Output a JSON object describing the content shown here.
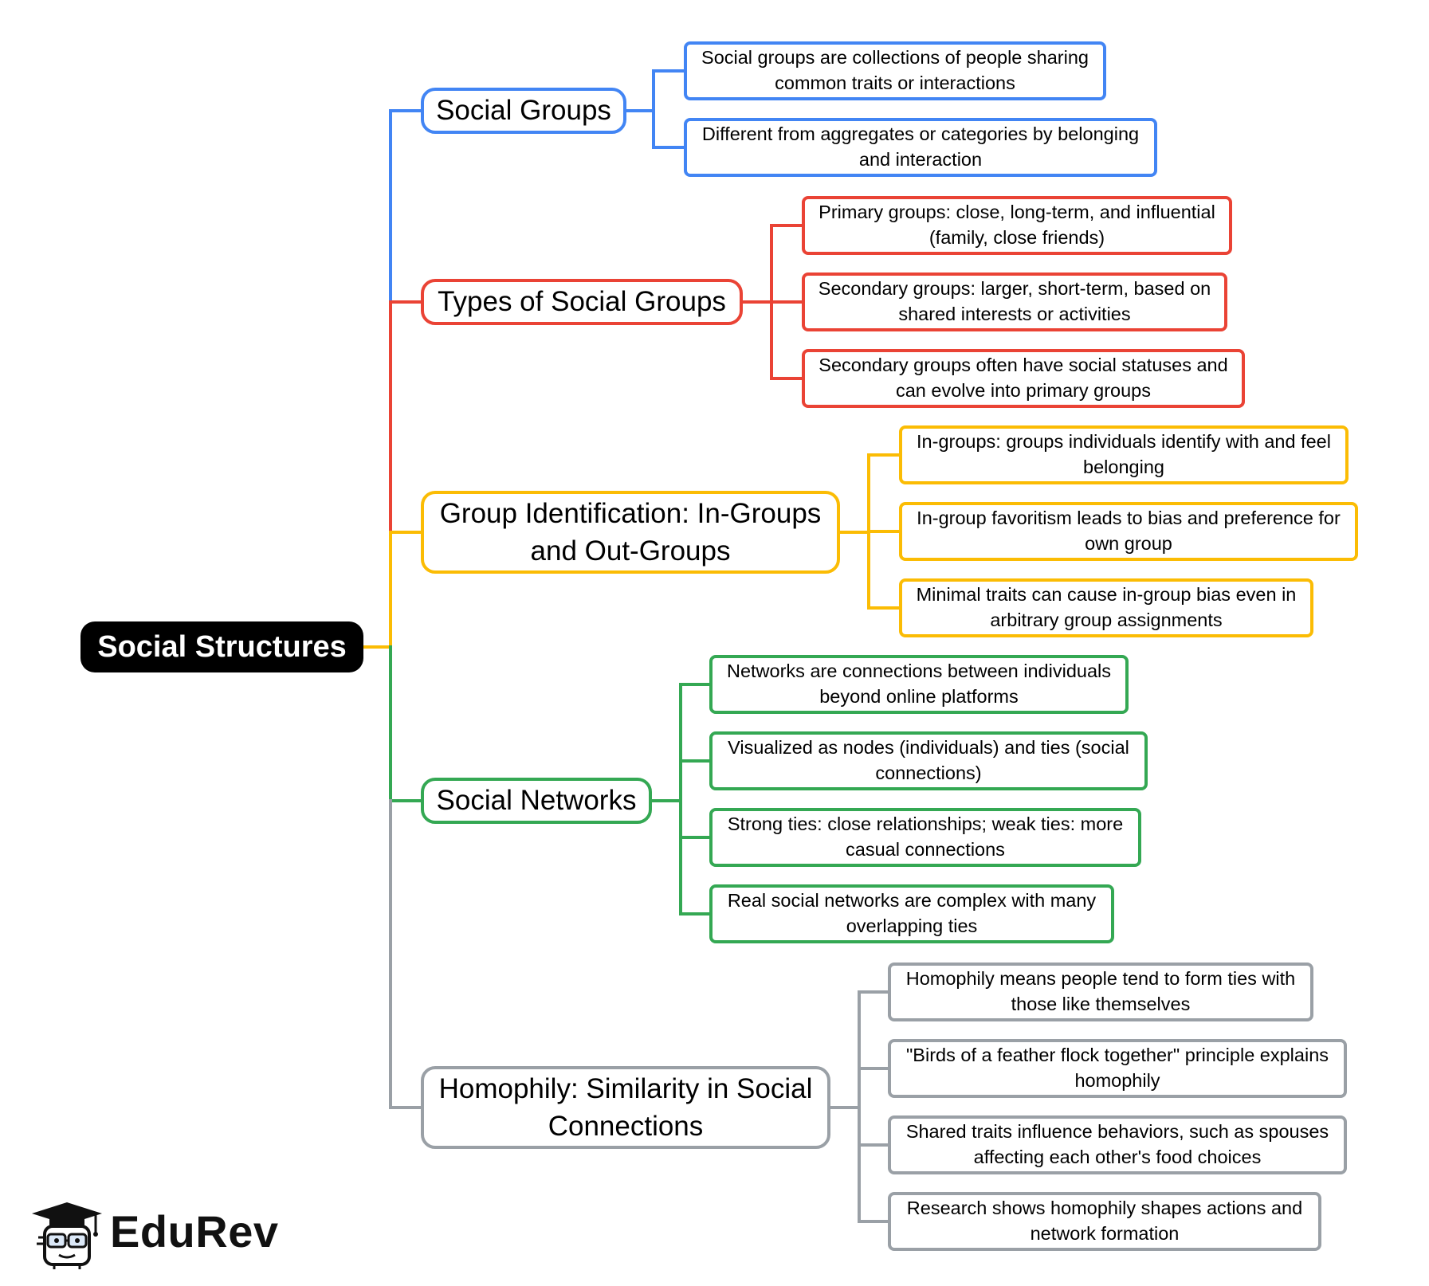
{
  "root": {
    "label": "Social Structures"
  },
  "colors": {
    "blue": "#4285f4",
    "red": "#ea4335",
    "yellow": "#fbbc04",
    "green": "#34a853",
    "gray": "#9aa0a6"
  },
  "branches": [
    {
      "label": "Social Groups",
      "color": "#4285f4",
      "leaves": [
        "Social groups are collections of people sharing common traits or interactions",
        "Different from aggregates or categories by belonging and interaction"
      ]
    },
    {
      "label": "Types of Social Groups",
      "color": "#ea4335",
      "leaves": [
        "Primary groups: close, long-term, and influential (family, close friends)",
        "Secondary groups: larger, short-term, based on shared interests or activities",
        "Secondary groups often have social statuses and can evolve into primary groups"
      ]
    },
    {
      "label": "Group Identification: In-Groups and Out-Groups",
      "color": "#fbbc04",
      "leaves": [
        "In-groups: groups individuals identify with and feel belonging",
        "In-group favoritism leads to bias and preference for own group",
        "Minimal traits can cause in-group bias even in arbitrary group assignments"
      ]
    },
    {
      "label": "Social Networks",
      "color": "#34a853",
      "leaves": [
        "Networks are connections between individuals beyond online platforms",
        "Visualized as nodes (individuals) and ties (social connections)",
        "Strong ties: close relationships; weak ties: more casual connections",
        "Real social networks are complex with many overlapping ties"
      ]
    },
    {
      "label": "Homophily: Similarity in Social Connections",
      "color": "#9aa0a6",
      "leaves": [
        "Homophily means people tend to form ties with those like themselves",
        "\"Birds of a feather flock together\" principle explains homophily",
        "Shared traits influence behaviors, such as spouses affecting each other's food choices",
        "Research shows homophily shapes actions and network formation"
      ]
    }
  ],
  "logo": {
    "text": "EduRev",
    "icon": "graduation-cap-mascot-icon"
  }
}
